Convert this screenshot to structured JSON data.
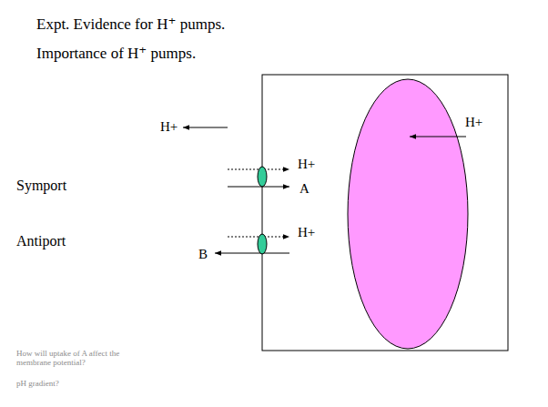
{
  "diagram": {
    "labels": [
      "Expt. Evidence for H⁺ pumps.",
      "Importance of H⁺ pumps.",
      "H+",
      "H+",
      "Symport",
      "H+",
      "A",
      "Antiport",
      "H+",
      "B",
      "How will uptake of A affect the membrane potential?",
      "pH gradient?"
    ]
  }
}
